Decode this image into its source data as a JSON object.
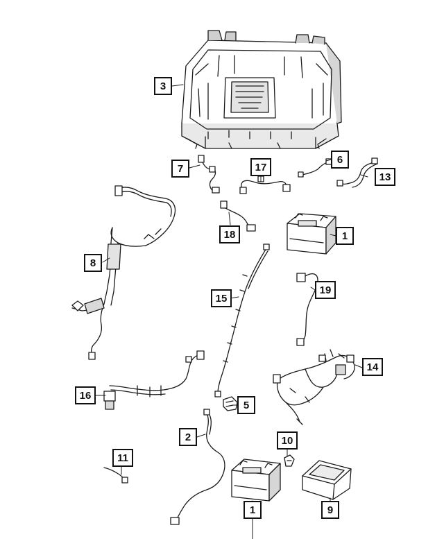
{
  "diagram": {
    "style": {
      "line_color": "#1a1a1a",
      "fill_light": "#ffffff",
      "fill_shade": "#d9d9d9"
    },
    "callouts": {
      "c3": "3",
      "c7": "7",
      "c17": "17",
      "c6": "6",
      "c13": "13",
      "c18": "18",
      "c1_top": "1",
      "c8": "8",
      "c15": "15",
      "c19": "19",
      "c14": "14",
      "c16": "16",
      "c5": "5",
      "c2": "2",
      "c10": "10",
      "c11": "11",
      "c1_bottom": "1",
      "c9": "9"
    }
  }
}
